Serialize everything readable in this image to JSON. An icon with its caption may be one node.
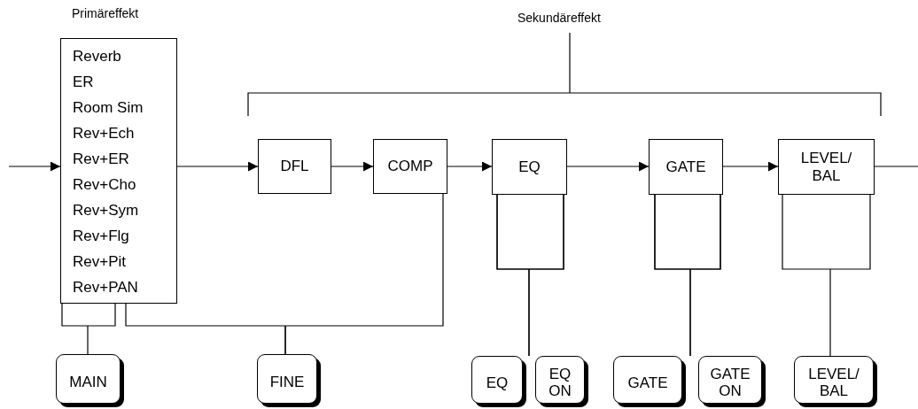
{
  "diagram": {
    "nodes": [
      {
        "text": [
          "Primäreffekt",
          "Reverb",
          "ER",
          "Room Sim",
          "Rev+Ech",
          "Rev+ER",
          "Rev+Cho",
          "Rev+Sym",
          "Rev+Flg",
          "Rev+Pit",
          "Rev+PAN"
        ]
      },
      {
        "text": [
          "DFL"
        ]
      },
      {
        "text": [
          "COMP"
        ]
      },
      {
        "text": [
          "EQ"
        ]
      },
      {
        "text": [
          "GATE"
        ]
      },
      {
        "text": [
          "LEVEL/ BAL"
        ]
      },
      {
        "text": [
          "MAIN"
        ]
      },
      {
        "text": [
          "FINE"
        ]
      },
      {
        "text": [
          "EQ"
        ]
      },
      {
        "text": [
          "EQ ON"
        ]
      },
      {
        "text": [
          "GATE"
        ]
      },
      {
        "text": [
          "GATE ON"
        ]
      },
      {
        "text": [
          "LEVEL/ BAL"
        ]
      }
    ],
    "edges": [
      {
        "from": null,
        "to": 0,
        "arrow": "to"
      },
      {
        "from": 0,
        "to": 1,
        "arrow": "to"
      },
      {
        "from": 1,
        "to": 2,
        "arrow": "to"
      },
      {
        "from": 2,
        "to": 3,
        "arrow": "to"
      },
      {
        "from": 3,
        "to": 4,
        "arrow": "to"
      },
      {
        "from": 4,
        "to": 5,
        "arrow": "to"
      },
      {
        "from": 5,
        "to": null,
        "arrow": "none"
      },
      {
        "from": 6,
        "to": 0,
        "arrow": "none"
      },
      {
        "from": 7,
        "to": 0,
        "arrow": "none"
      },
      {
        "from": 7,
        "to": 2,
        "arrow": "none"
      },
      {
        "from": 8,
        "to": 3,
        "arrow": "none"
      },
      {
        "from": 9,
        "to": 3,
        "arrow": "none"
      },
      {
        "from": 10,
        "to": 4,
        "arrow": "none"
      },
      {
        "from": 11,
        "to": 4,
        "arrow": "none"
      },
      {
        "from": 12,
        "to": 5,
        "arrow": "none"
      }
    ],
    "labels": [
      "Sekundäreffekt"
    ]
  }
}
